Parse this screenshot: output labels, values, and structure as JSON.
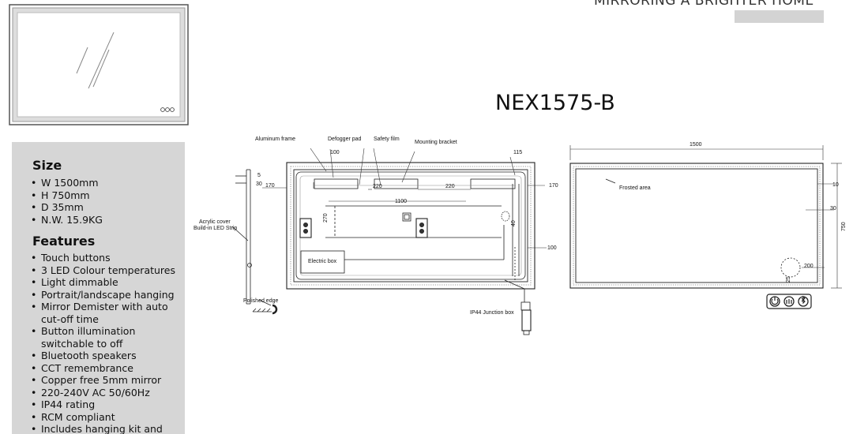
{
  "header": {
    "tagline": "MIRRORING A BRIGHTER HOME"
  },
  "product": {
    "code": "NEX1575-B"
  },
  "size": {
    "heading": "Size",
    "items": [
      "W 1500mm",
      "H 750mm",
      "D 35mm",
      "N.W. 15.9KG"
    ]
  },
  "features": {
    "heading": "Features",
    "items": [
      "Touch buttons",
      "3 LED Colour temperatures",
      "Light dimmable",
      "Portrait/landscape hanging",
      "Mirror Demister with auto cut-off time",
      "Button illumination switchable to off",
      "Bluetooth speakers",
      "CCT remembrance",
      "Copper free 5mm mirror",
      "220-240V AC 50/60Hz",
      "IP44 rating",
      "RCM compliant",
      "Includes hanging kit and"
    ]
  },
  "drawing": {
    "labels": {
      "aluminum_frame": "Aluminum frame",
      "defogger_pad": "Defogger pad",
      "safety_film": "Safety film",
      "mounting_bracket": "Mounting bracket",
      "acrylic_cover": "Acrylic cover",
      "led_strip": "Build-in LED Strip",
      "polished_edge": "Polished edge",
      "electric_box": "Electric box",
      "junction_box": "IP44 Junction box",
      "frosted_area": "Frosted area"
    },
    "dims": {
      "d5": "5",
      "d30_side": "30",
      "d170_left": "170",
      "d100_top": "100",
      "d220_a": "220",
      "d220_b": "220",
      "d1100": "1100",
      "d270": "270",
      "d115": "115",
      "d170_right": "170",
      "d40": "40",
      "d100_right": "100",
      "width": "1500",
      "d10": "10",
      "d30_front": "30",
      "height": "750",
      "d200": "200",
      "d25": "25"
    }
  }
}
